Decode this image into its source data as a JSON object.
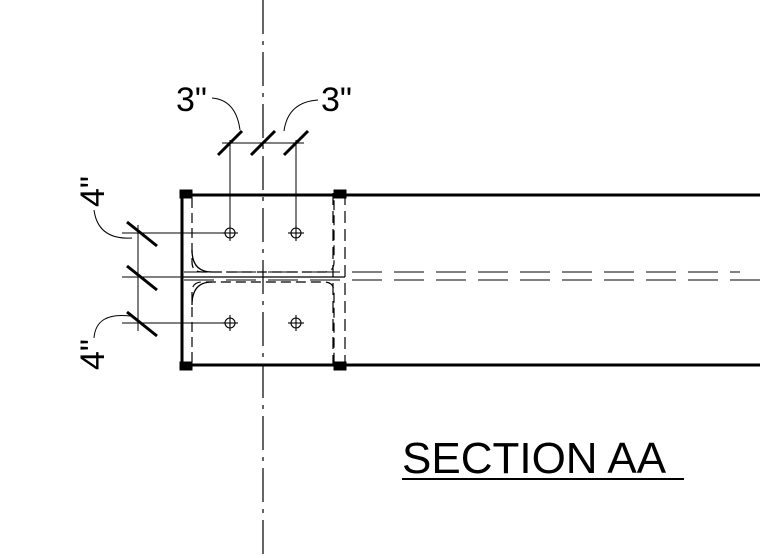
{
  "dimensions": {
    "top_left": "3\"",
    "top_right": "3\"",
    "left_top": "4\"",
    "left_bottom": "4\""
  },
  "title": {
    "text": "SECTION AA"
  },
  "colors": {
    "line": "#000000",
    "background": "#ffffff"
  }
}
